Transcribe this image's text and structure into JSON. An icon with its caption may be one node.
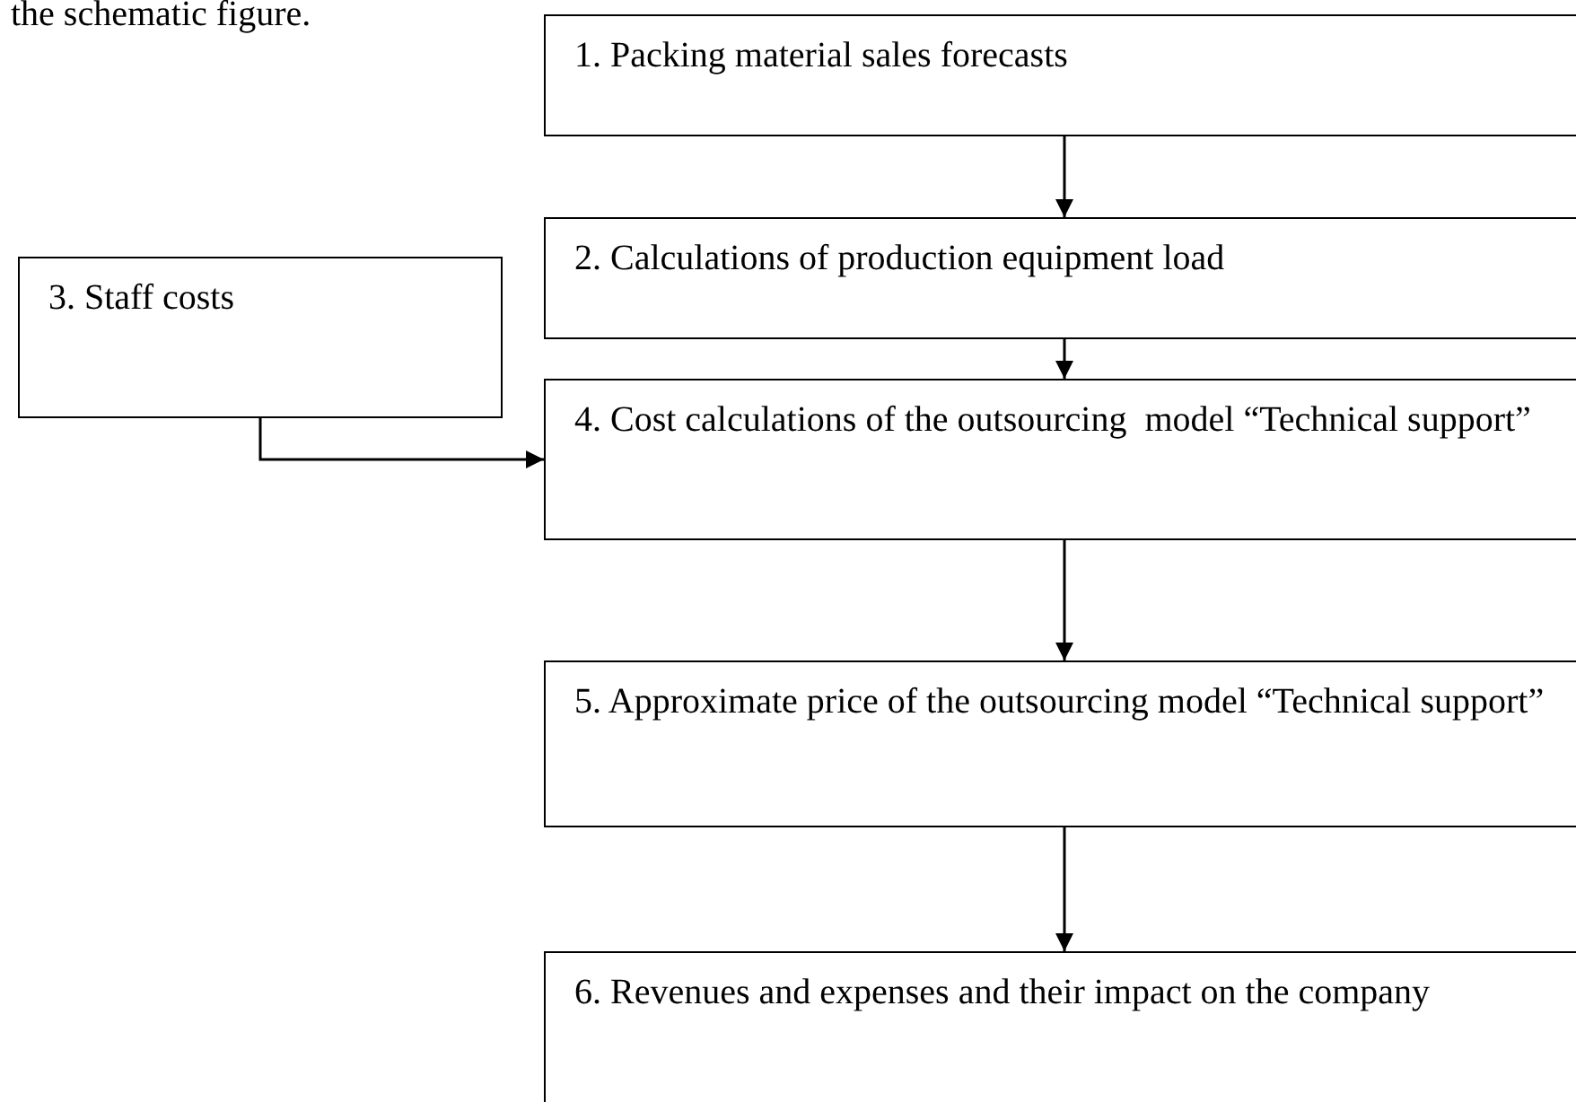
{
  "diagram": {
    "nodes": [
      {
        "text": [
          "1. Packing material sales forecasts"
        ]
      },
      {
        "text": [
          "2. Calculations of production equipment load"
        ]
      },
      {
        "text": [
          "3. Staff costs"
        ]
      },
      {
        "text": [
          "4. Cost calculations of the outsourcing  model “Technical support”"
        ]
      },
      {
        "text": [
          "5. Approximate price of the outsourcing model “Technical support”"
        ]
      },
      {
        "text": [
          "6. Revenues and expenses and their impact on the company"
        ]
      }
    ],
    "edges": [
      {
        "from": 0,
        "to": 1,
        "arrow": "to"
      },
      {
        "from": 1,
        "to": 3,
        "arrow": "to"
      },
      {
        "from": 2,
        "to": 3,
        "arrow": "to"
      },
      {
        "from": 3,
        "to": 4,
        "arrow": "to"
      },
      {
        "from": 4,
        "to": 5,
        "arrow": "to"
      }
    ],
    "labels": [
      "the schematic figure."
    ]
  }
}
